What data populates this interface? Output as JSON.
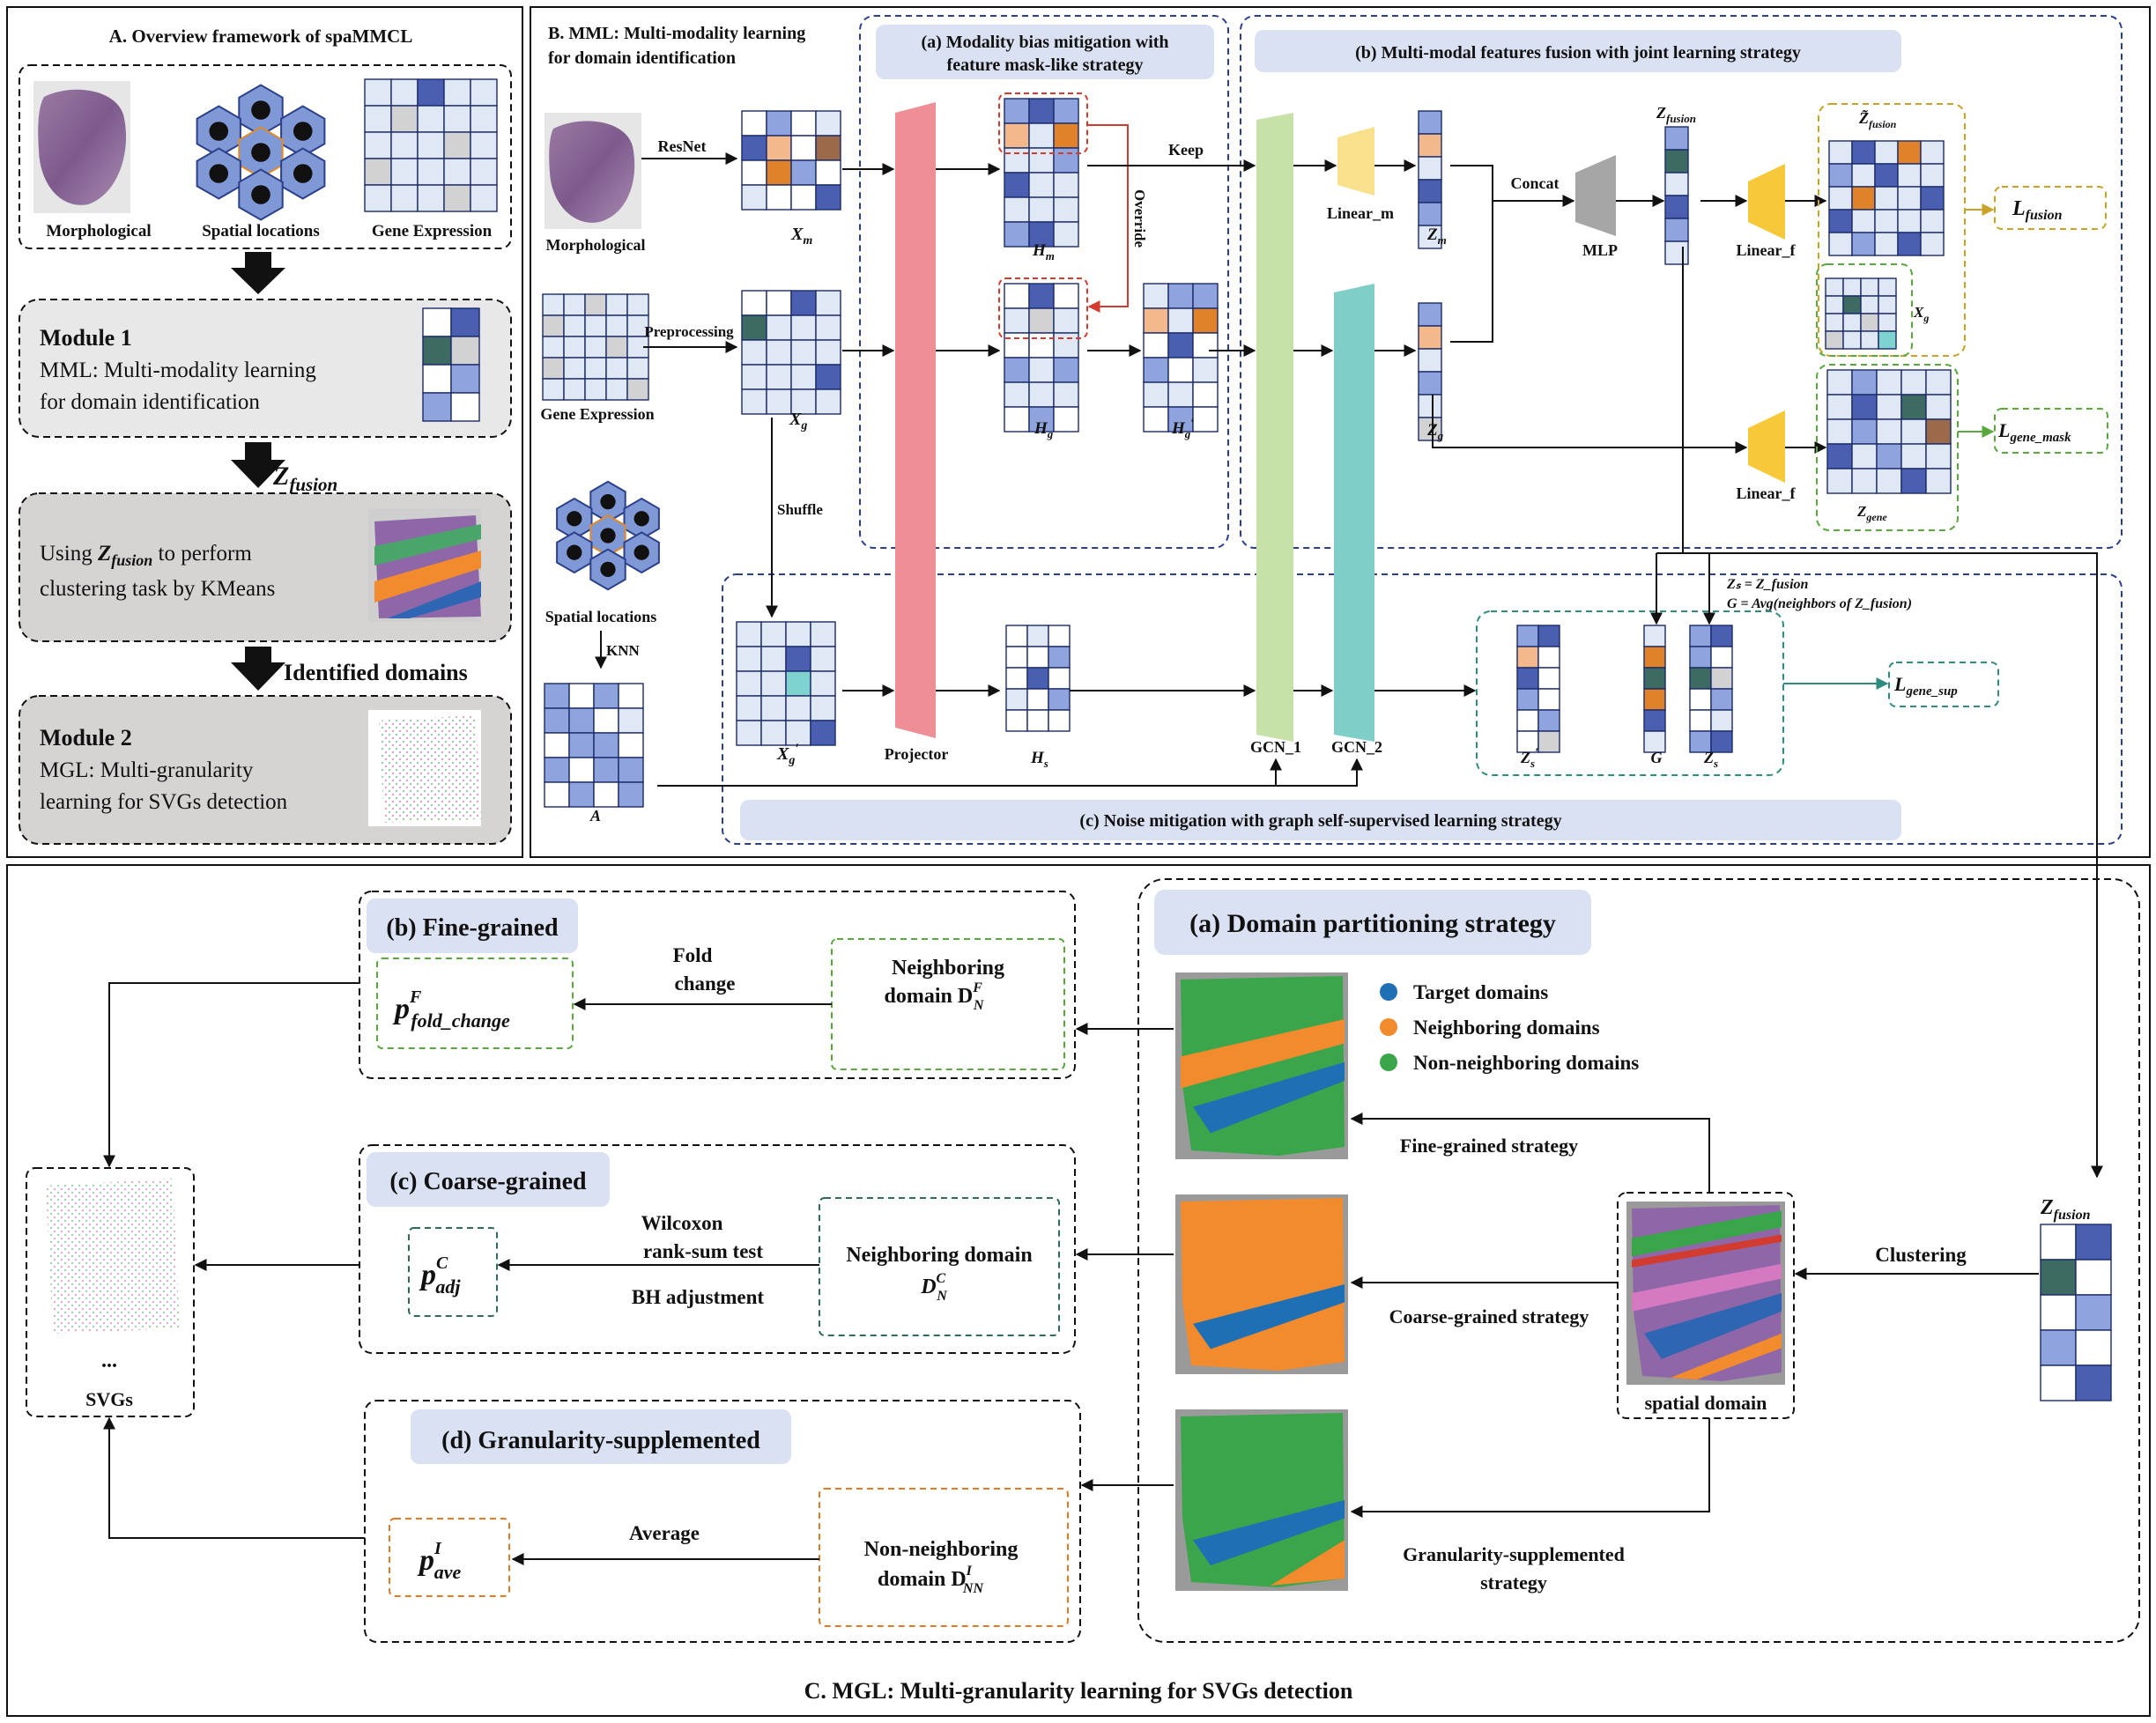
{
  "panel_a": {
    "title": "A. Overview framework of spaMMCL",
    "input_labels": [
      "Morphological",
      "Spatial locations",
      "Gene Expression"
    ],
    "module1_title": "Module 1",
    "module1_lines": [
      "MML: Multi-modality learning",
      "for domain identification"
    ],
    "zfusion_symbol": "Z",
    "zfusion_subscript": "fusion",
    "cluster_line1_pre": "Using ",
    "cluster_line1_post": " to perform",
    "cluster_line2": "clustering task by KMeans",
    "identified_domains": "Identified domains",
    "module2_title": "Module 2",
    "module2_lines": [
      "MGL: Multi-granularity",
      "learning for SVGs detection"
    ]
  },
  "panel_b": {
    "title_lines": [
      "B. MML: Multi-modality learning",
      "for domain identification"
    ],
    "section_a_lines": [
      "(a) Modality bias mitigation with",
      "feature mask-like strategy"
    ],
    "section_b": "(b) Multi-modal features fusion with joint learning strategy",
    "section_c": "(c) Noise mitigation with graph self-supervised learning strategy",
    "labels": {
      "morphological": "Morphological",
      "gene_expression": "Gene Expression",
      "spatial_locations": "Spatial locations",
      "resnet": "ResNet",
      "preprocessing": "Preprocessing",
      "shuffle": "Shuffle",
      "knn": "KNN",
      "projector": "Projector",
      "keep": "Keep",
      "override": "Override",
      "linear_m": "Linear_m",
      "linear_f_top": "Linear_f",
      "linear_f_bottom": "Linear_f",
      "concat": "Concat",
      "mlp": "MLP",
      "gcn1": "GCN_1",
      "gcn2": "GCN_2",
      "zs_eq": "Zₛ = Z_fusion",
      "g_eq": "G = Avg(neighbors of Z_fusion)"
    },
    "symbols": {
      "Xm": "X",
      "Xm_sub": "m",
      "Xg": "X",
      "Xg_sub": "g",
      "Xg_prime": "X",
      "Xg_prime_sub": "g",
      "A": "A",
      "Hm": "H",
      "Hm_sub": "m",
      "Hg": "H",
      "Hg_sub": "g",
      "Hg_prime": "H",
      "Hg_prime_sub": "g",
      "Hs": "H",
      "Hs_sub": "s",
      "Zm": "Z",
      "Zm_sub": "m",
      "Zg": "Z",
      "Zg_sub": "g",
      "Zfusion": "Z",
      "Zfusion_sub": "fusion",
      "Zfusion_tilde": "Z̃",
      "Zfusion_tilde_sub": "fusion",
      "Xg_right": "X",
      "Xg_right_sub": "g",
      "Zgene": "Z",
      "Zgene_sub": "gene",
      "Zs_prime": "Z",
      "Zs_prime_sub": "s",
      "G": "G",
      "Zs": "Z",
      "Zs_sub": "s"
    },
    "losses": {
      "fusion": "L",
      "fusion_sub": "fusion",
      "gene_mask": "L",
      "gene_mask_sub": "gene_mask",
      "gene_sup": "L",
      "gene_sup_sub": "gene_sup"
    }
  },
  "panel_c": {
    "title": "C. MGL: Multi-granularity learning for SVGs detection",
    "domain_partitioning": "(a) Domain partitioning strategy",
    "legend": [
      {
        "label": "Target domains",
        "color": "#1f6fb5"
      },
      {
        "label": "Neighboring domains",
        "color": "#f28a2e"
      },
      {
        "label": "Non-neighboring  domains",
        "color": "#3aa54a"
      }
    ],
    "fine_grained": "(b) Fine-grained",
    "coarse_grained": "(c) Coarse-grained",
    "granularity_supplemented": "(d) Granularity-supplemented",
    "fine_strategy": "Fine-grained strategy",
    "coarse_strategy": "Coarse-grained strategy",
    "gran_strategy_lines": [
      "Granularity-supplemented",
      "strategy"
    ],
    "fold_change_lines": [
      "Fold",
      "change"
    ],
    "wilcoxon_lines": [
      "Wilcoxon",
      "rank-sum test"
    ],
    "bh_adjustment": "BH adjustment",
    "average": "Average",
    "neighboring_domain_f_lines": [
      "Neighboring",
      "domain D"
    ],
    "neighboring_domain_c_lines": [
      "Neighboring domain",
      "D"
    ],
    "non_neighboring_lines": [
      "Non-neighboring",
      "domain D"
    ],
    "p_fold": "p",
    "p_fold_sub": "fold_change",
    "p_fold_sup": "F",
    "p_adj": "p",
    "p_adj_sub": "adj",
    "p_adj_sup": "C",
    "p_ave": "p",
    "p_ave_sub": "ave",
    "p_ave_sup": "I",
    "DF_sup": "F",
    "DF_sub": "N",
    "DC_sup": "C",
    "DC_sub": "N",
    "DI_sup": "I",
    "DI_sub": "NN",
    "clustering": "Clustering",
    "spatial_domain": "spatial domain",
    "svgs": "SVGs",
    "ellipsis": "...",
    "zfusion": "Z",
    "zfusion_sub": "fusion"
  },
  "colors": {
    "projector": "#ee8e95",
    "gcn1": "#c6e2a8",
    "gcn2": "#7fcfc8",
    "linear_m": "#f8e08c",
    "linear_f": "#f7c83a",
    "mlp": "#a6a6a6",
    "grid_dark": "#4a5fb0",
    "grid_mid": "#8fa3dc",
    "grid_light": "#dfe8f4",
    "section_header_bg": "#d9e1f2",
    "loss_fusion": "#c9a227",
    "loss_green": "#5aa83e",
    "loss_teal": "#2e8c7c"
  }
}
